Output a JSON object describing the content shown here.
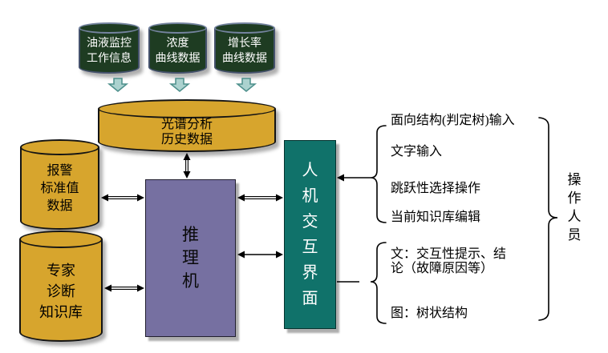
{
  "diagram": {
    "sources": [
      {
        "lines": [
          "油液监控",
          "工作信息"
        ]
      },
      {
        "lines": [
          "浓度",
          "曲线数据"
        ]
      },
      {
        "lines": [
          "增长率",
          "曲线数据"
        ]
      }
    ],
    "spectral_history": {
      "lines": [
        "光谱分析",
        "历史数据"
      ]
    },
    "alarm_standard": {
      "lines": [
        "报警",
        "标准值",
        "数据"
      ]
    },
    "expert_knowledge": {
      "lines": [
        "专家",
        "诊断",
        "知识库"
      ]
    },
    "inference_engine_label": "推理机",
    "hmi_label": "人机交互界面",
    "operator_label": "操作人员",
    "input_actions": [
      "面向结构(判定树)输入",
      "文字输入",
      "跳跃性选择操作",
      "当前知识库编辑"
    ],
    "outputs": [
      "文：交互性提示、结论（故障原因等）",
      "图：树状结构"
    ],
    "colors": {
      "source_cylinder": "#1e3c22",
      "data_cylinder": "#d7a52d",
      "inference_box": "#7670a1",
      "hmi_box": "#10726a",
      "flow_arrow_fill": "#abd2cf",
      "flow_arrow_border": "#4d8f8b",
      "connector": "#000000"
    }
  }
}
